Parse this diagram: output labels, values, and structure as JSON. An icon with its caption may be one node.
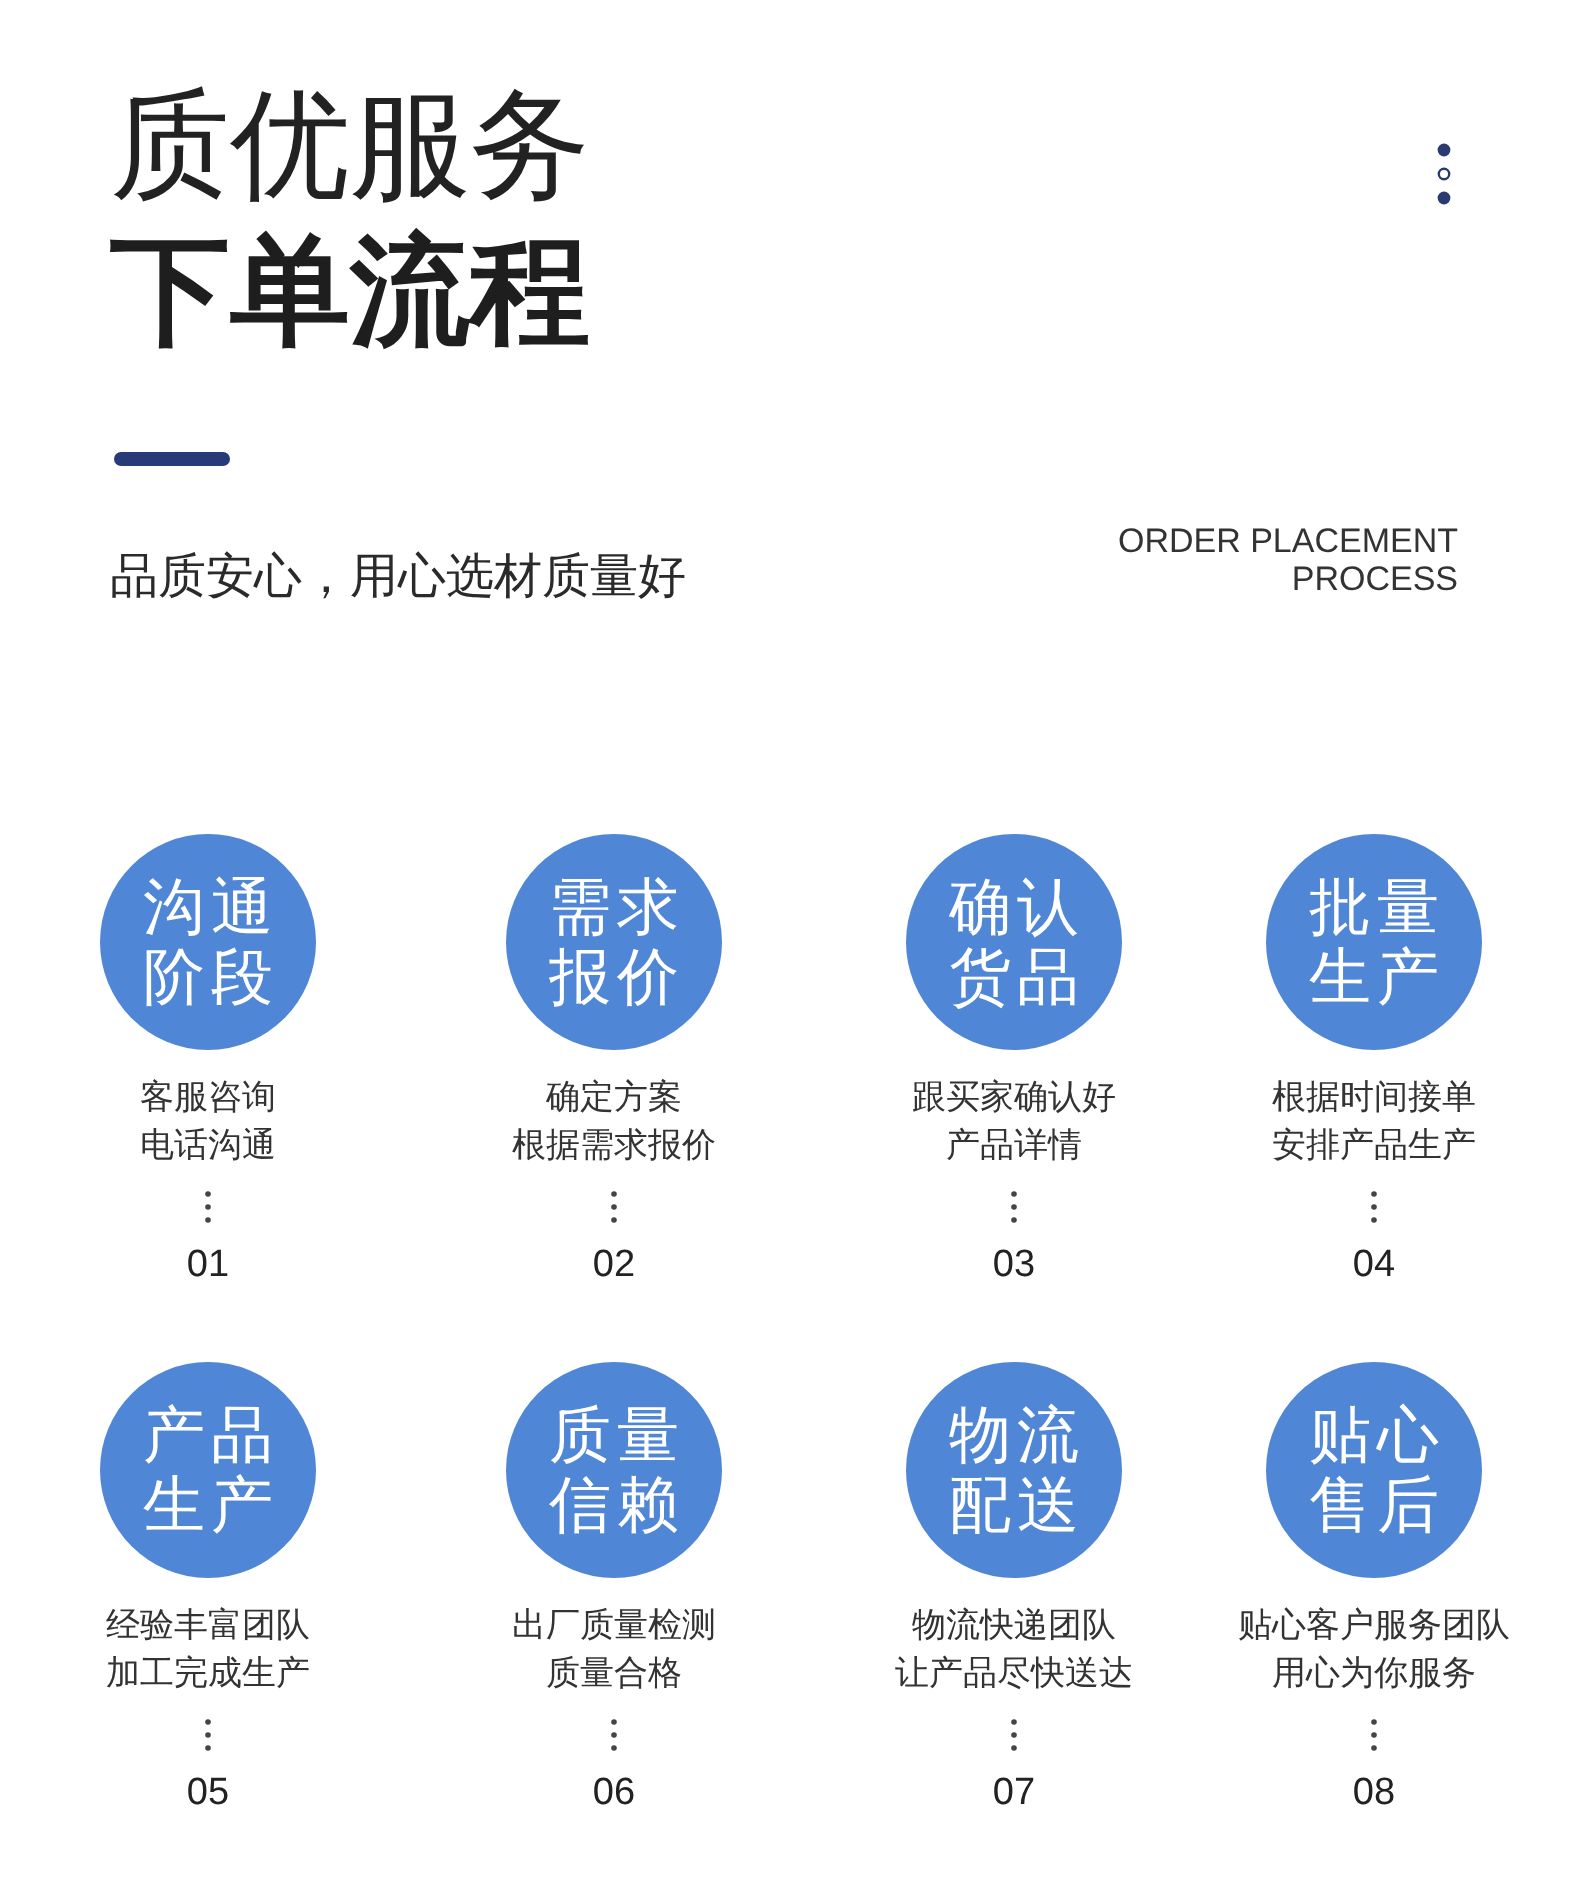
{
  "diagram": {
    "title": "质优服务",
    "nodes": [
      {
        "text": [
          "沟通阶段"
        ],
        "beside": [
          "客服咨询电话沟通",
          "01"
        ]
      },
      {
        "text": [
          "需求报价"
        ],
        "beside": [
          "确定方案根据需求报价",
          "02"
        ]
      },
      {
        "text": [
          "确认货品"
        ],
        "beside": [
          "跟买家确认好产品详情",
          "03"
        ]
      },
      {
        "text": [
          "批量生产"
        ],
        "beside": [
          "根据时间接单安排产品生产",
          "04"
        ]
      },
      {
        "text": [
          "产品生产"
        ],
        "beside": [
          "经验丰富团队加工完成生产",
          "05"
        ]
      },
      {
        "text": [
          "质量信赖"
        ],
        "beside": [
          "出厂质量检测质量合格",
          "06"
        ]
      },
      {
        "text": [
          "物流配送"
        ],
        "beside": [
          "物流快递团队让产品尽快送达",
          "07"
        ]
      },
      {
        "text": [
          "贴心售后"
        ],
        "beside": [
          "贴心客户服务团队用心为你服务",
          "08"
        ]
      }
    ],
    "labels": [
      "下单流程",
      "品质安心，用心选材质量好",
      "ORDER PLACEMENT PROCESS"
    ]
  }
}
